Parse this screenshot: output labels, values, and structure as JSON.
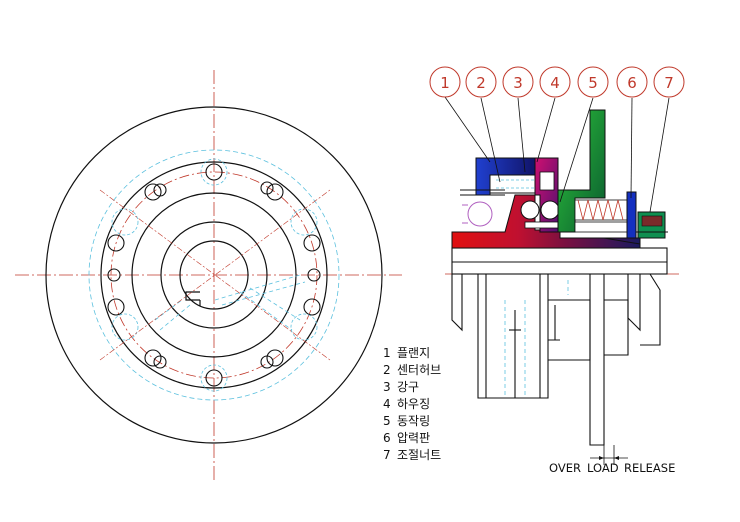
{
  "callouts": [
    "1",
    "2",
    "3",
    "4",
    "5",
    "6",
    "7"
  ],
  "legend": [
    {
      "num": "1",
      "name": "플랜지"
    },
    {
      "num": "2",
      "name": "센터허브"
    },
    {
      "num": "3",
      "name": "강구"
    },
    {
      "num": "4",
      "name": "하우징"
    },
    {
      "num": "5",
      "name": "동작링"
    },
    {
      "num": "6",
      "name": "압력판"
    },
    {
      "num": "7",
      "name": "조절너트"
    }
  ],
  "dimension_labels": {
    "over": "OVER",
    "load": "LOAD",
    "release": "RELEASE"
  },
  "colors": {
    "callout": "#c0392b",
    "centerline": "#c0392b",
    "hidden_line": "#5bc0de",
    "outline": "#111111",
    "flange_blue": "#1f3fbf",
    "center_hub_red": "#d01010",
    "housing_magenta": "#b01060",
    "action_ring_green": "#0a9a3a",
    "pressure_plate": "#1430c0",
    "adjust_nut_green": "#0f8f50"
  }
}
